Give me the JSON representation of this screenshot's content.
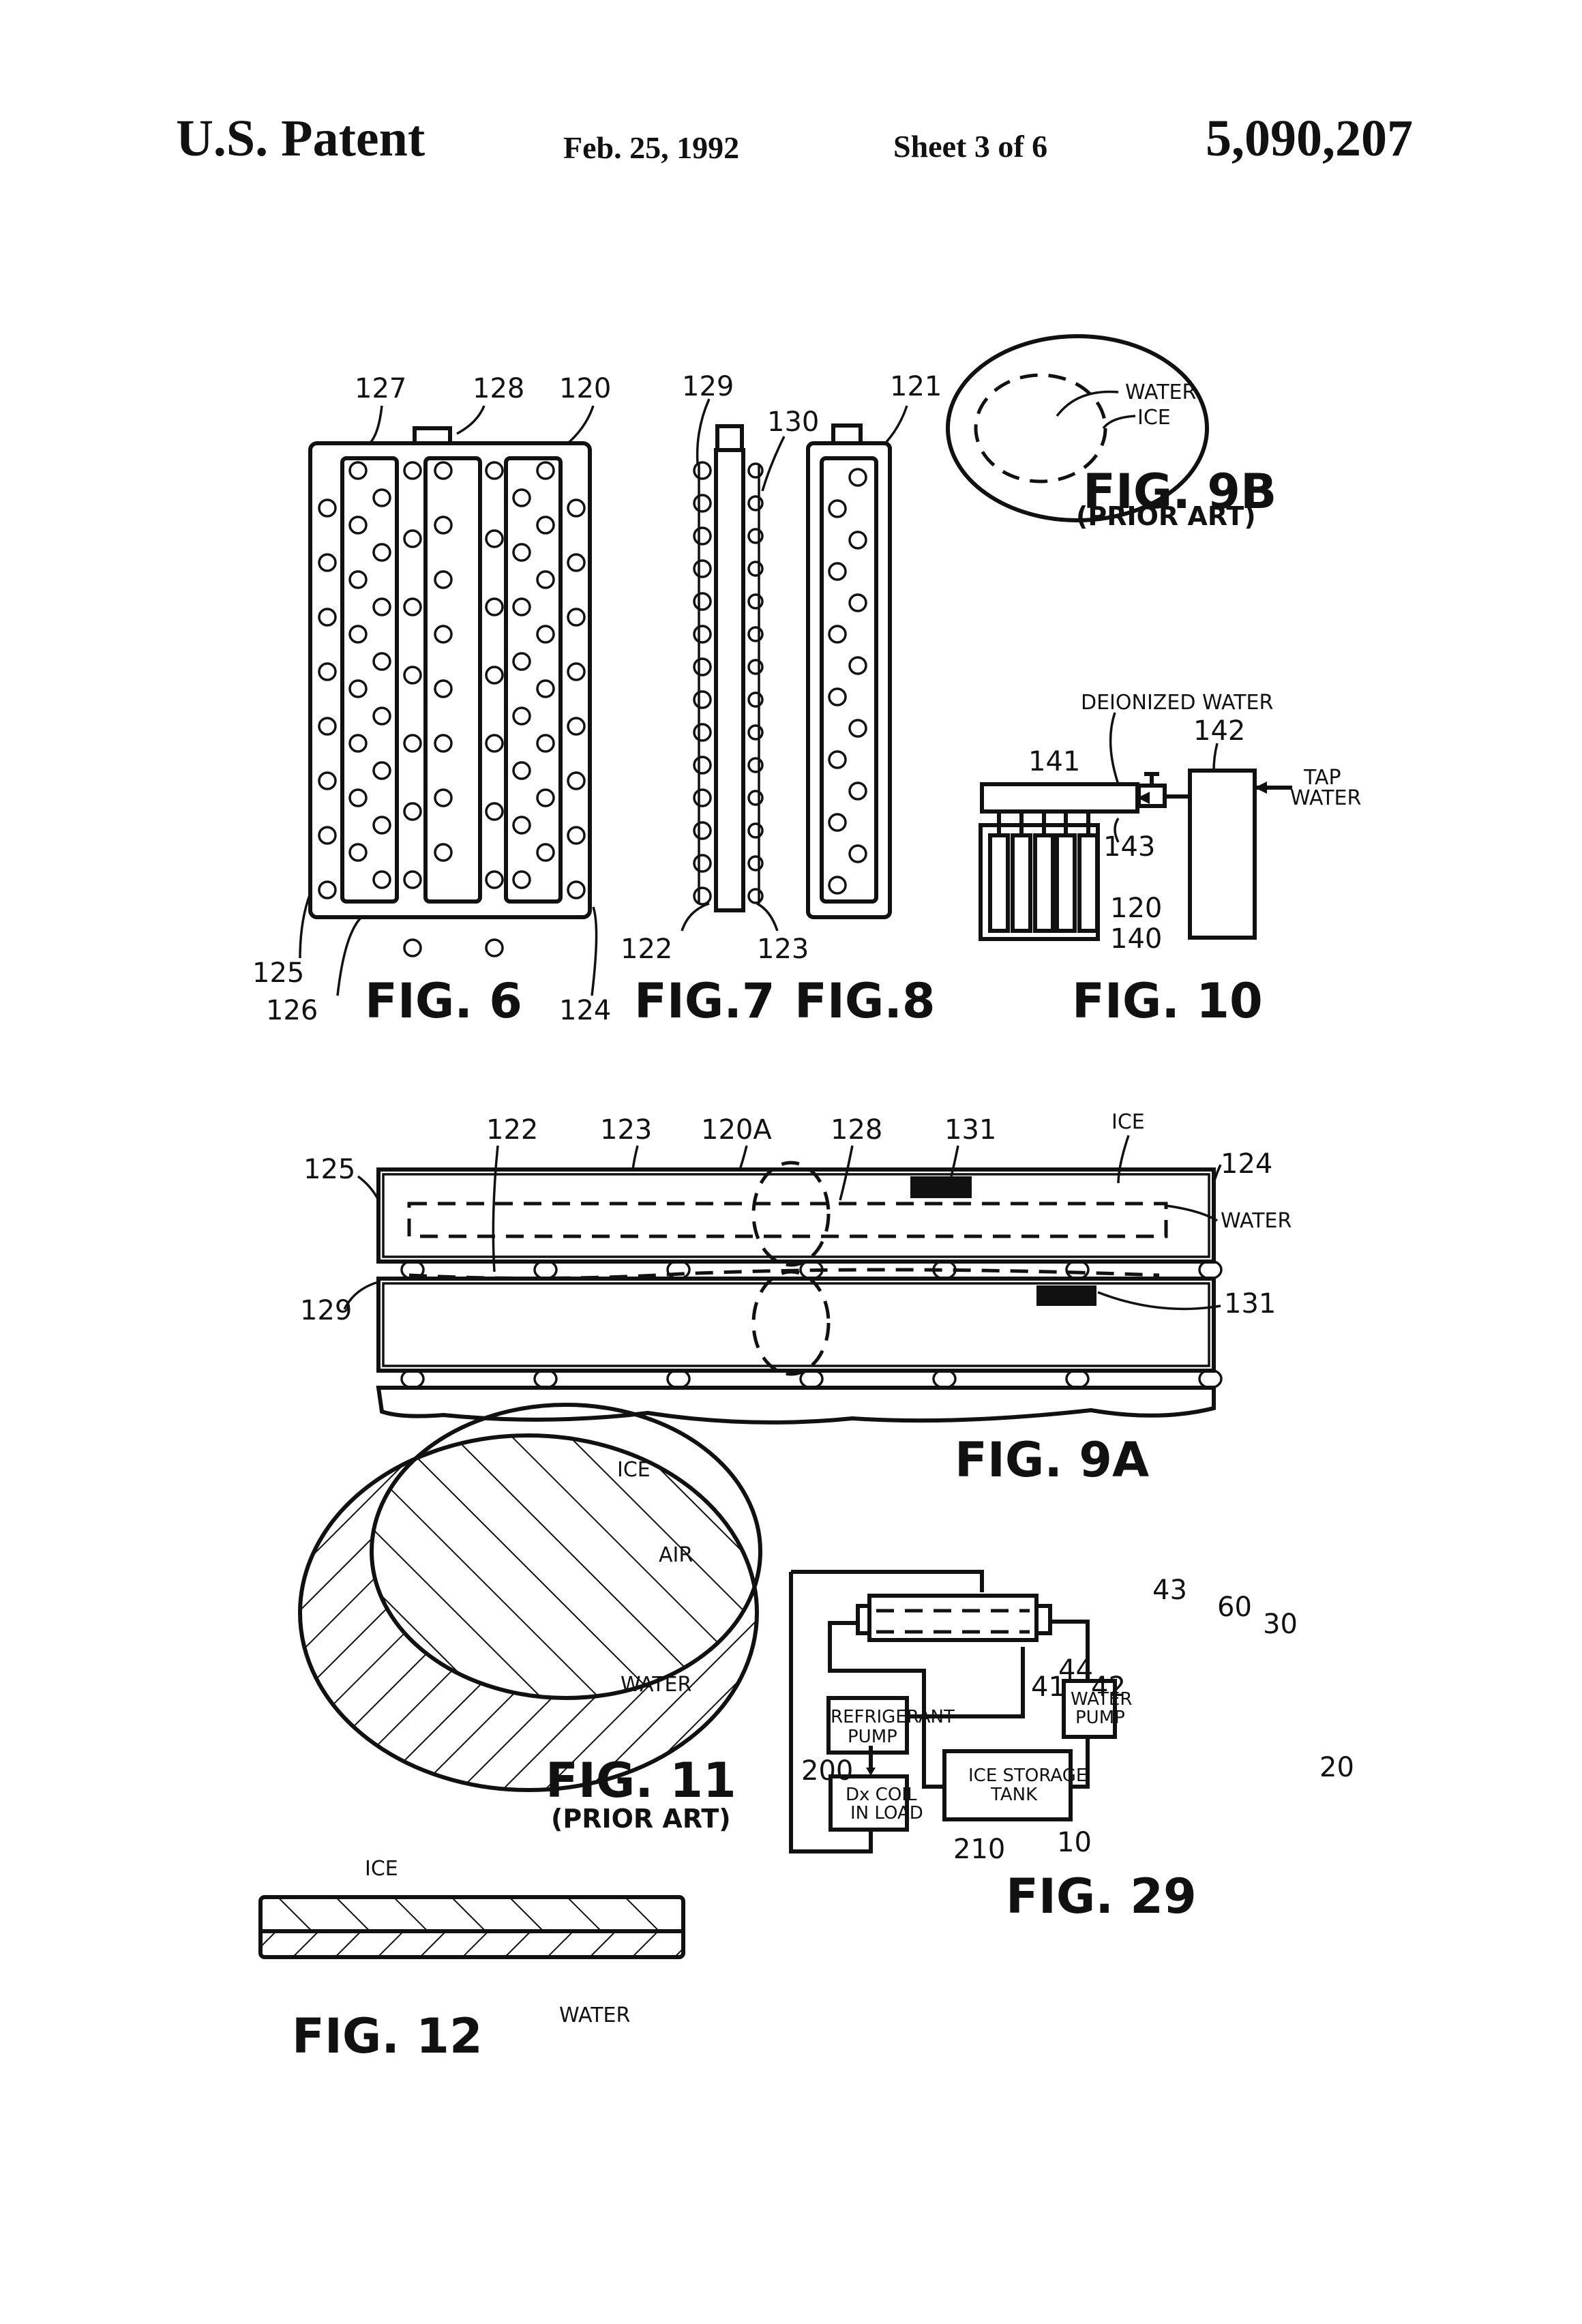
{
  "header": {
    "office": "U.S. Patent",
    "date": "Feb. 25, 1992",
    "sheet": "Sheet 3 of 6",
    "patent_number": "5,090,207"
  },
  "figures": {
    "fig6": {
      "title": "FIG. 6",
      "refs": [
        "127",
        "128",
        "120",
        "125",
        "126",
        "124"
      ]
    },
    "fig7": {
      "title": "FIG.7",
      "refs": [
        "129",
        "130",
        "122",
        "123"
      ]
    },
    "fig8": {
      "title": "FIG.8",
      "refs": [
        "121"
      ]
    },
    "fig9b": {
      "title": "FIG. 9B",
      "subtitle": "(PRIOR ART)",
      "labels": [
        "WATER",
        "ICE"
      ]
    },
    "fig10": {
      "title": "FIG. 10",
      "labels": [
        "DEIONIZED WATER",
        "TAP",
        "WATER"
      ],
      "refs": [
        "141",
        "142",
        "143",
        "120",
        "140"
      ]
    },
    "fig9a": {
      "title": "FIG. 9A",
      "labels": [
        "ICE",
        "WATER"
      ],
      "refs": [
        "122",
        "123",
        "120A",
        "128",
        "131",
        "125",
        "124",
        "129",
        "131"
      ]
    },
    "fig11": {
      "title": "FIG. 11",
      "subtitle": "(PRIOR ART)",
      "labels": [
        "ICE",
        "AIR",
        "WATER"
      ]
    },
    "fig12": {
      "title": "FIG. 12",
      "labels": [
        "ICE",
        "WATER"
      ]
    },
    "fig29": {
      "title": "FIG. 29",
      "boxes": [
        "REFRIGERANT",
        "PUMP",
        "Dx COIL",
        "IN LOAD",
        "ICE STORAGE",
        "TANK",
        "WATER",
        "PUMP"
      ],
      "refs": [
        "43",
        "60",
        "30",
        "44",
        "41",
        "42",
        "200",
        "210",
        "10",
        "20"
      ]
    }
  }
}
